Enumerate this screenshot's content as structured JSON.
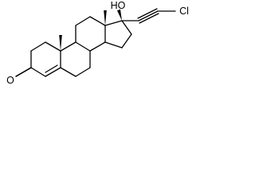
{
  "molecule": {
    "atoms": {
      "oxygen_ketone": "O",
      "hydroxyl": "HO",
      "chlorine": "Cl"
    }
  },
  "colors": {
    "bond": "#000000",
    "label": "#000000",
    "background": "#ffffff"
  }
}
